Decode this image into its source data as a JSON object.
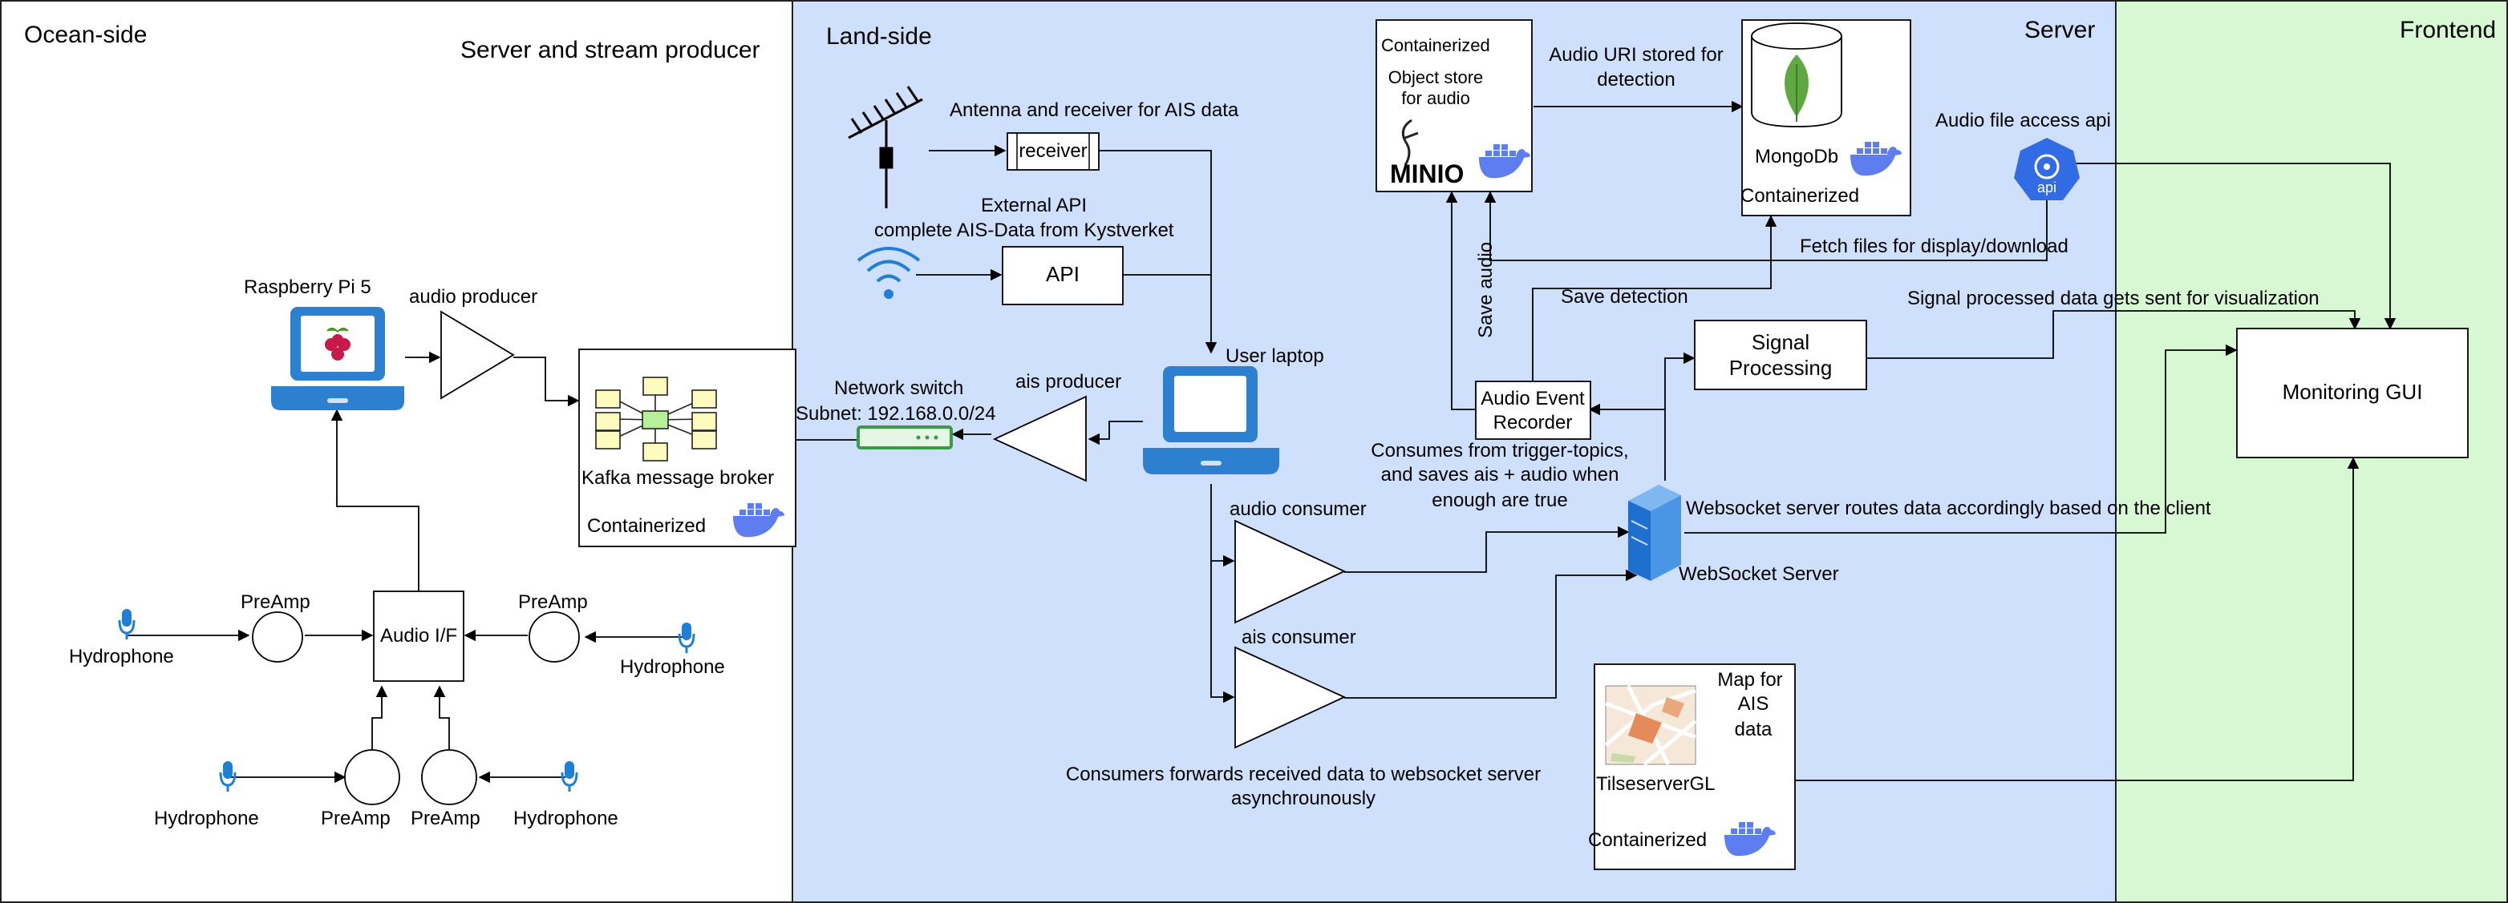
{
  "regions": {
    "ocean": "Ocean-side",
    "ocean_sub": "Server and stream producer",
    "land": "Land-side",
    "server": "Server",
    "frontend": "Frontend"
  },
  "nodes": {
    "raspberry": "Raspberry Pi 5",
    "audio_producer": "audio producer",
    "kafka": "Kafka message broker",
    "kafka_containerized": "Containerized",
    "network_switch": "Network switch",
    "subnet": "Subnet: 192.168.0.0/24",
    "ais_producer": "ais producer",
    "preamp": "PreAmp",
    "hydrophone": "Hydrophone",
    "audio_if": "Audio I/F",
    "antenna": "Antenna and receiver for AIS data",
    "receiver": "receiver",
    "external_api_1": "External API",
    "external_api_2": "complete AIS-Data from Kystverket",
    "api": "API",
    "user_laptop": "User laptop",
    "audio_consumer": "audio consumer",
    "ais_consumer": "ais consumer",
    "consumers_note_1": "Consumers forwards received data to websocket server",
    "consumers_note_2": "asynchrounously",
    "minio_containerized": "Containerized",
    "minio_obj_1": "Object store",
    "minio_obj_2": "for audio",
    "minio_logo": "MINIO",
    "audio_uri_1": "Audio URI stored for",
    "audio_uri_2": "detection",
    "mongodb": "MongoDb",
    "mongo_containerized": "Containerized",
    "audio_access_api": "Audio file access api",
    "api_badge": "api",
    "fetch_files": "Fetch files for display/download",
    "save_detection": "Save detection",
    "save_audio": "Save audio",
    "signal_processing_1": "Signal",
    "signal_processing_2": "Processing",
    "signal_note": "Signal processed data gets sent for visualization",
    "recorder_1": "Audio Event",
    "recorder_2": "Recorder",
    "recorder_note_1": "Consumes from trigger-topics,",
    "recorder_note_2": "and saves ais + audio when",
    "recorder_note_3": "enough are true",
    "ws_route": "Websocket server routes data accordingly based on the client",
    "ws_server": "WebSocket Server",
    "map_1": "Map for",
    "map_2": "AIS",
    "map_3": "data",
    "tileserver": "TilseserverGL",
    "map_containerized": "Containerized",
    "monitoring": "Monitoring GUI"
  },
  "colors": {
    "land_bg": "#cfe0fd",
    "frontend_bg": "#d8f8d3",
    "laptop_blue": "#2d7fcf",
    "docker_blue": "#5e7ef0",
    "mongo_green": "#5fa842",
    "switch_green": "#3a9a47",
    "k8s_blue": "#326ce5",
    "hydrophone_blue": "#1f7fd6"
  }
}
